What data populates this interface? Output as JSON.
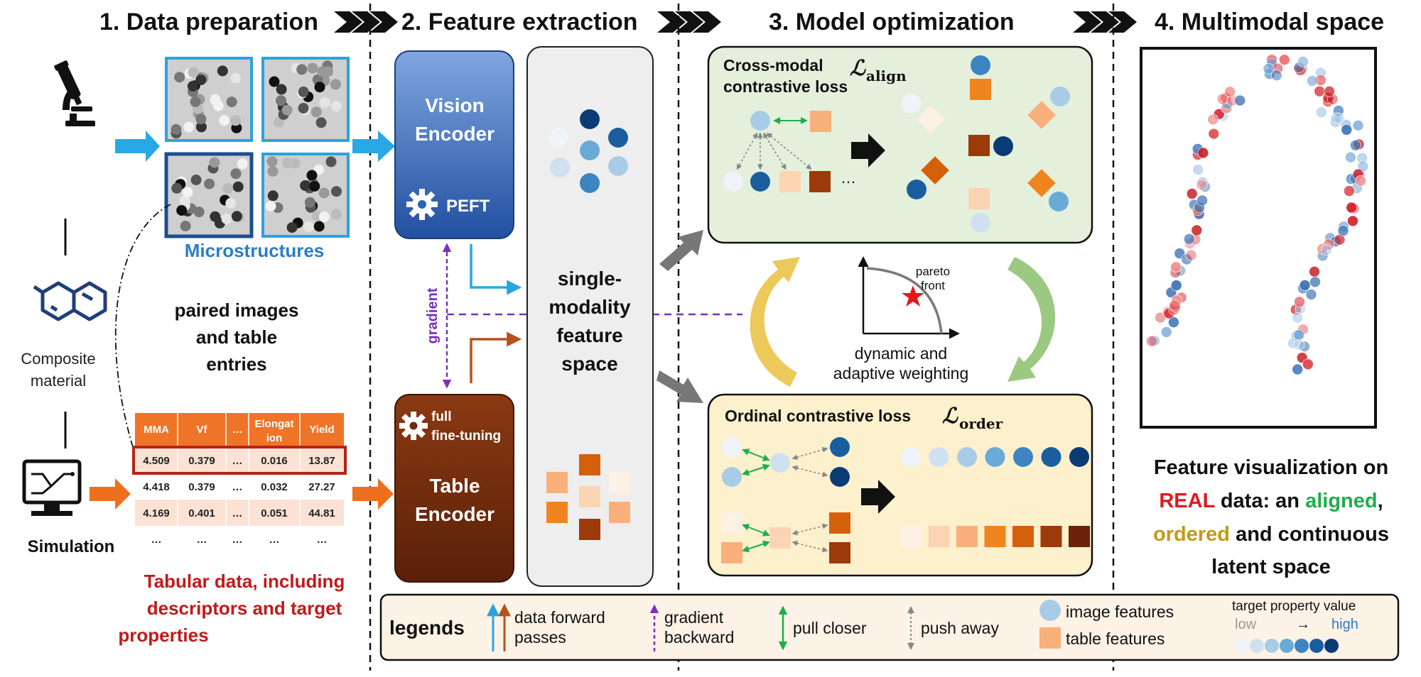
{
  "sections": [
    {
      "title": "1. Data preparation"
    },
    {
      "title": "2. Feature extraction"
    },
    {
      "title": "3. Model optimization"
    },
    {
      "title": "4. Multimodal space"
    }
  ],
  "prep": {
    "microstructures_label": "Microstructures",
    "paired_lines": [
      "paired images",
      "and table",
      "entries"
    ],
    "composite_lines": [
      "Composite",
      "material"
    ],
    "simulation_label": "Simulation",
    "tabular_lines": [
      "Tabular data, including",
      "descriptors and target",
      "properties"
    ],
    "table": {
      "headers": [
        "MMA",
        "Vf",
        "…",
        "Elongat",
        "Yield"
      ],
      "header_wrap": "ion",
      "rows": [
        [
          "4.509",
          "0.379",
          "…",
          "0.016",
          "13.87"
        ],
        [
          "4.418",
          "0.379",
          "…",
          "0.032",
          "27.27"
        ],
        [
          "4.169",
          "0.401",
          "…",
          "0.051",
          "44.81"
        ],
        [
          "…",
          "…",
          "…",
          "…",
          "…"
        ]
      ]
    }
  },
  "extraction": {
    "vision_lines": [
      "Vision",
      "Encoder"
    ],
    "peft_label": "PEFT",
    "gradient_label": "gradient",
    "table_lines": [
      "Table",
      "Encoder"
    ],
    "finetune_lines": [
      "full",
      "fine-tuning"
    ],
    "feature_space_lines": [
      "single-",
      "modality",
      "feature",
      "space"
    ]
  },
  "optimization": {
    "cross_modal_lines": [
      "Cross-modal",
      "contrastive loss"
    ],
    "align_symbol": "ℒ",
    "align_sub": "align",
    "ordinal_label": "Ordinal contrastive loss",
    "order_symbol": "ℒ",
    "order_sub": "order",
    "pareto_lines": [
      "pareto",
      "front"
    ],
    "weighting_lines": [
      "dynamic and",
      "adaptive weighting"
    ],
    "ellipsis": "…"
  },
  "multimodal": {
    "caption": {
      "line1": "Feature visualization on",
      "real": "REAL",
      "mid2": " data: an ",
      "aligned": "aligned",
      "comma": ",",
      "ordered": "ordered",
      "rest3": " and continuous",
      "line4": "latent space"
    }
  },
  "legend": {
    "title": "legends",
    "forward_lines": [
      "data forward",
      "passes"
    ],
    "gradient_lines": [
      "gradient",
      "backward"
    ],
    "pull_label": "pull closer",
    "push_label": "push away",
    "image_features": "image features",
    "table_features": "table features",
    "target_title": "target property value",
    "low": "low",
    "arrow": "→",
    "high": "high"
  },
  "colors": {
    "blue_scale": [
      "#eef4fa",
      "#cfe0f1",
      "#a9cce6",
      "#6aaad6",
      "#3c85c0",
      "#1a5e9f",
      "#0a3b75"
    ],
    "orange_scale": [
      "#fdf0e4",
      "#fbd4b3",
      "#f9b07b",
      "#f0851f",
      "#d4600c",
      "#9c3a0a",
      "#6b2409"
    ],
    "vision_encoder": "#2f62b8",
    "table_encoder": "#6b2a0b",
    "cross_modal_bg": "#e4f0dc",
    "ordinal_bg": "#fdf0cc",
    "legend_bg": "#fdf2e6",
    "tab_header": "#f07427",
    "tab_row_a": "#fbe2d4",
    "accent_red": "#dd1b1b",
    "accent_green": "#1fae4b",
    "accent_gold": "#c19a1a",
    "section_arrow": "#111111",
    "gradient_purple": "#7b2fbe",
    "label_blue": "#2a7dc7",
    "tabular_red": "#c01a1a"
  }
}
